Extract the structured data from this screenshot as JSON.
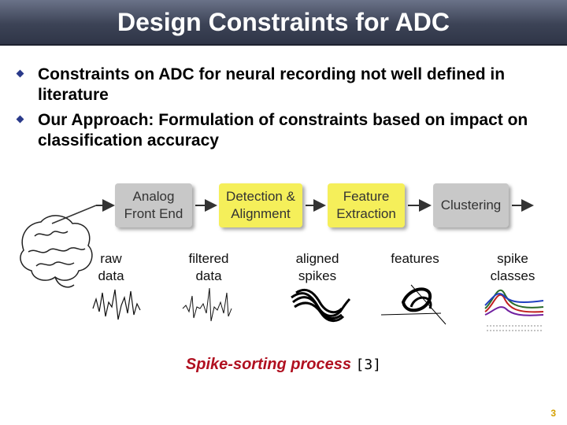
{
  "title": "Design Constraints for ADC",
  "bullets": [
    "Constraints on ADC for neural recording not well defined in literature",
    "Our Approach: Formulation of constraints based on impact on classification accuracy"
  ],
  "flow": {
    "boxes": [
      "Analog\nFront End",
      "Detection &\nAlignment",
      "Feature\nExtraction",
      "Clustering"
    ],
    "colors": {
      "analog": "#c8c8c8",
      "processing": "#f5ef5a",
      "arrow": "#333333"
    }
  },
  "stages": [
    "raw\ndata",
    "filtered\ndata",
    "aligned\nspikes",
    "features",
    "spike\nclasses"
  ],
  "caption": {
    "italic": "Spike-sorting process",
    "ref": "[3]"
  },
  "page_number": "3"
}
